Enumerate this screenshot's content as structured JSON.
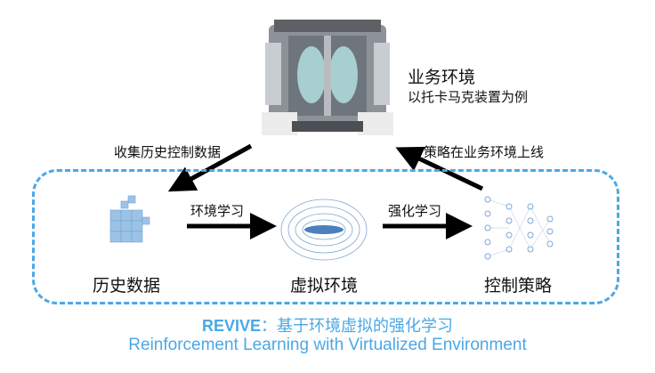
{
  "business_env": {
    "title": "业务环境",
    "subtitle": "以托卡马克装置为例"
  },
  "arrows": {
    "collect": "收集历史控制数据",
    "deploy": "策略在业务环境上线",
    "env_learning": "环境学习",
    "rl": "强化学习"
  },
  "nodes": {
    "history_data": "历史数据",
    "virtual_env": "虚拟环境",
    "control_policy": "控制策略"
  },
  "caption": {
    "name": "REVIVE",
    "sep": "：",
    "cn": "基于环境虚拟的强化学习",
    "en": "Reinforcement Learning with Virtualized Environment"
  },
  "colors": {
    "accent": "#4aa8e6",
    "arrow": "#000000"
  },
  "icons": [
    "tokamak-image",
    "data-cube-icon",
    "magnetic-field-icon",
    "neural-network-icon"
  ]
}
